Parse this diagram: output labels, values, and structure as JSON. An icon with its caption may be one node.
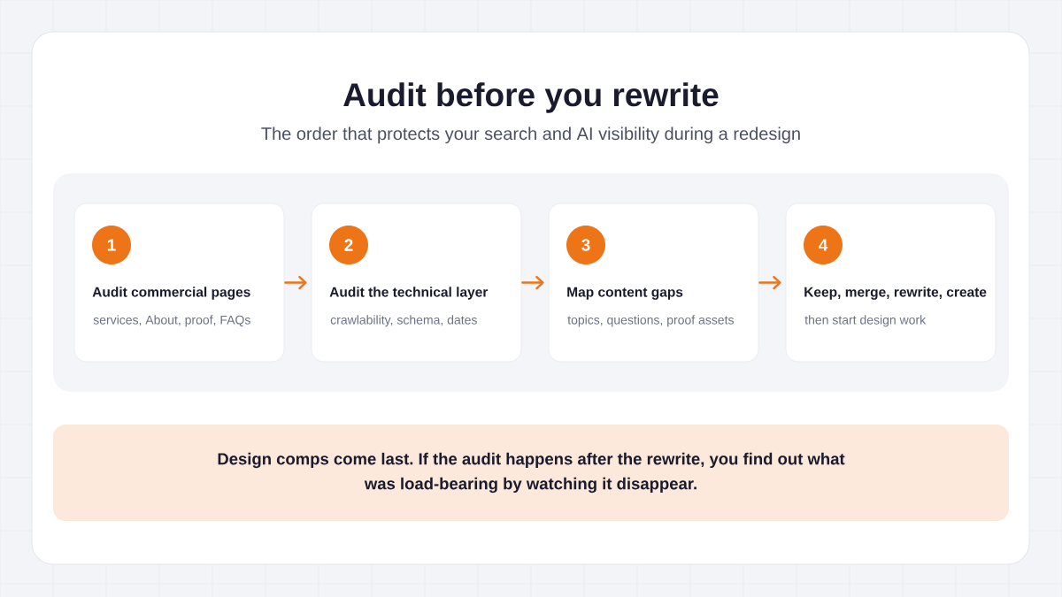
{
  "diagram": {
    "title": "Audit before you rewrite",
    "nodes": [
      {
        "text": [],
        "shape": "box"
      },
      {
        "text": [
          "Audit commercial pages",
          "services, About, proof, FAQs"
        ],
        "in": 0
      },
      {
        "text": [
          "1"
        ],
        "in": 1
      },
      {
        "text": [
          "Audit the technical layer",
          "crawlability, schema, dates"
        ],
        "in": 0
      },
      {
        "text": [
          "2"
        ],
        "in": 3
      },
      {
        "text": [
          "Map content gaps",
          "topics, questions, proof assets"
        ],
        "in": 0
      },
      {
        "text": [
          "3"
        ],
        "in": 5
      },
      {
        "text": [
          "Keep, merge, rewrite, create",
          "then start design work"
        ],
        "in": 0
      },
      {
        "text": [
          "4"
        ],
        "in": 7
      },
      {
        "text": [
          "Design comps come last. If the audit happens after the rewrite, you find out what was load-bearing by watching it disappear."
        ]
      }
    ],
    "edges": [
      {
        "from": 1,
        "to": 3,
        "arrow": "to"
      },
      {
        "from": 3,
        "to": 5,
        "arrow": "to"
      },
      {
        "from": 5,
        "to": 7,
        "arrow": "to"
      }
    ],
    "labels": [
      "The order that protects your search and AI visibility during a redesign"
    ]
  }
}
